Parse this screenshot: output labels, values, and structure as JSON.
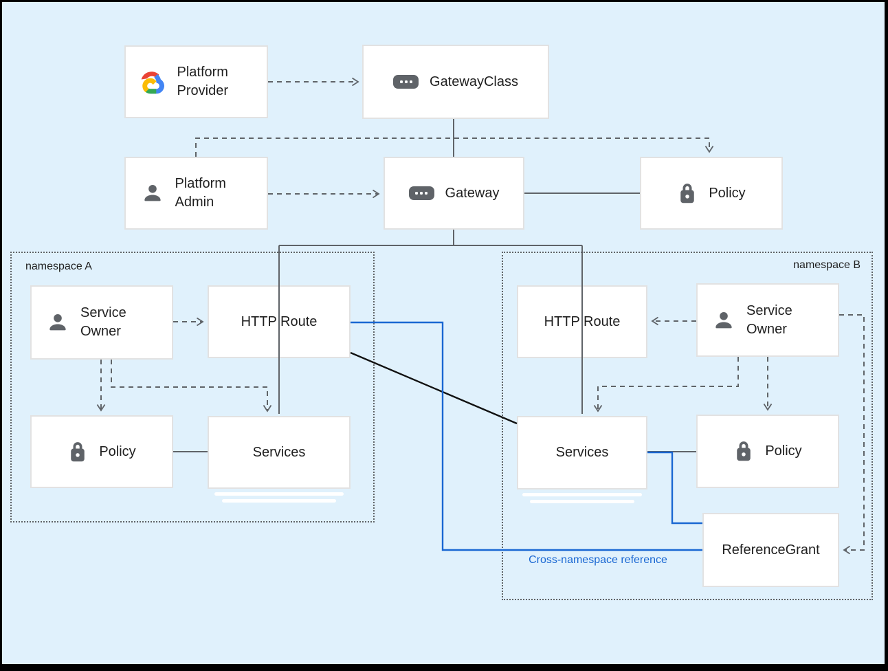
{
  "canvas": {
    "background": "#e0f1fc",
    "frame_color": "#000000"
  },
  "colors": {
    "line_gray": "#5f6368",
    "blue_link": "#1967d2",
    "black_link": "#111111",
    "box_border": "#e2e2e2",
    "text": "#1f1f1f"
  },
  "groups": {
    "namespace_a": {
      "label": "namespace A"
    },
    "namespace_b": {
      "label": "namespace B"
    }
  },
  "nodes": {
    "platform_provider": {
      "label": "Platform Provider",
      "icon": "google-cloud-logo"
    },
    "gateway_class": {
      "label": "GatewayClass",
      "icon": "resource-chip"
    },
    "platform_admin": {
      "label": "Platform Admin",
      "icon": "person"
    },
    "gateway": {
      "label": "Gateway",
      "icon": "resource-chip"
    },
    "policy_top": {
      "label": "Policy",
      "icon": "lock"
    },
    "service_owner_a": {
      "label": "Service Owner",
      "icon": "person"
    },
    "http_route_a": {
      "label": "HTTP Route",
      "icon": null
    },
    "policy_a": {
      "label": "Policy",
      "icon": "lock"
    },
    "services_a": {
      "label": "Services",
      "icon": null
    },
    "http_route_b": {
      "label": "HTTP Route",
      "icon": null
    },
    "service_owner_b": {
      "label": "Service Owner",
      "icon": "person"
    },
    "services_b": {
      "label": "Services",
      "icon": null
    },
    "policy_b": {
      "label": "Policy",
      "icon": "lock"
    },
    "reference_grant": {
      "label": "ReferenceGrant",
      "icon": null
    }
  },
  "annotations": {
    "cross_namespace": {
      "label": "Cross-namespace reference",
      "color": "#1967d2"
    }
  },
  "edges": [
    {
      "from": "platform_provider",
      "to": "gateway_class",
      "style": "dashed-arrow"
    },
    {
      "from": "gateway_class",
      "to": "gateway",
      "style": "solid"
    },
    {
      "from": "platform_admin",
      "to": "gateway",
      "style": "dashed-arrow"
    },
    {
      "from": "platform_admin",
      "to": "policy_top",
      "style": "dashed-arrow"
    },
    {
      "from": "gateway",
      "to": "policy_top",
      "style": "solid"
    },
    {
      "from": "gateway",
      "to": "http_route_a",
      "style": "solid"
    },
    {
      "from": "gateway",
      "to": "http_route_b",
      "style": "solid"
    },
    {
      "from": "service_owner_a",
      "to": "http_route_a",
      "style": "dashed-arrow"
    },
    {
      "from": "service_owner_a",
      "to": "policy_a",
      "style": "dashed-arrow"
    },
    {
      "from": "service_owner_a",
      "to": "services_a",
      "style": "dashed-arrow"
    },
    {
      "from": "http_route_a",
      "to": "services_a",
      "style": "solid"
    },
    {
      "from": "policy_a",
      "to": "services_a",
      "style": "solid"
    },
    {
      "from": "http_route_a",
      "to": "services_b",
      "style": "solid-black"
    },
    {
      "from": "http_route_a",
      "to": "reference_grant",
      "style": "blue",
      "label": "Cross-namespace reference"
    },
    {
      "from": "service_owner_b",
      "to": "http_route_b",
      "style": "dashed-arrow"
    },
    {
      "from": "service_owner_b",
      "to": "services_b",
      "style": "dashed-arrow"
    },
    {
      "from": "service_owner_b",
      "to": "policy_b",
      "style": "dashed-arrow"
    },
    {
      "from": "service_owner_b",
      "to": "reference_grant",
      "style": "dashed-arrow"
    },
    {
      "from": "http_route_b",
      "to": "services_b",
      "style": "solid"
    },
    {
      "from": "services_b",
      "to": "policy_b",
      "style": "solid"
    },
    {
      "from": "services_b",
      "to": "reference_grant",
      "style": "blue"
    }
  ]
}
